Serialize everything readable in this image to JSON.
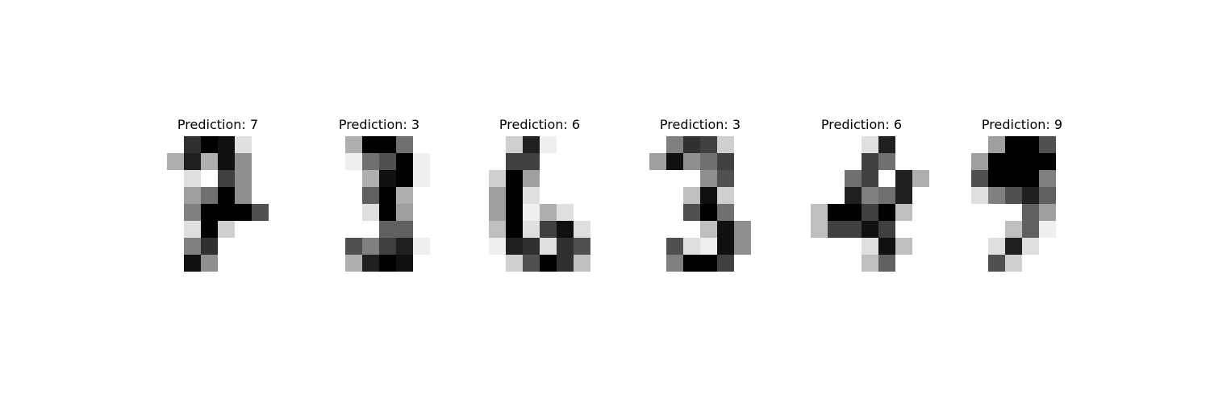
{
  "colormap": "gray_r",
  "chart_data": [
    {
      "type": "heatmap",
      "title": "Prediction: 7",
      "grid_size": [
        8,
        8
      ],
      "value_range": [
        0,
        16
      ],
      "values": [
        [
          0,
          0,
          13,
          16,
          15,
          2,
          0,
          0
        ],
        [
          0,
          5,
          14,
          5,
          15,
          7,
          0,
          0
        ],
        [
          0,
          0,
          2,
          0,
          12,
          7,
          0,
          0
        ],
        [
          0,
          0,
          6,
          9,
          16,
          7,
          0,
          0
        ],
        [
          0,
          0,
          8,
          16,
          16,
          16,
          11,
          0
        ],
        [
          0,
          0,
          2,
          16,
          3,
          0,
          0,
          0
        ],
        [
          0,
          0,
          8,
          13,
          0,
          0,
          0,
          0
        ],
        [
          0,
          0,
          15,
          7,
          0,
          0,
          0,
          0
        ]
      ]
    },
    {
      "type": "heatmap",
      "title": "Prediction: 3",
      "grid_size": [
        8,
        8
      ],
      "value_range": [
        0,
        16
      ],
      "values": [
        [
          0,
          0,
          5,
          16,
          16,
          9,
          0,
          0
        ],
        [
          0,
          0,
          1,
          9,
          11,
          16,
          1,
          0
        ],
        [
          0,
          0,
          0,
          5,
          15,
          16,
          1,
          0
        ],
        [
          0,
          0,
          0,
          10,
          16,
          5,
          0,
          0
        ],
        [
          0,
          0,
          0,
          2,
          16,
          6,
          0,
          0
        ],
        [
          0,
          0,
          0,
          0,
          10,
          10,
          0,
          0
        ],
        [
          0,
          0,
          11,
          8,
          12,
          14,
          1,
          0
        ],
        [
          0,
          0,
          5,
          14,
          16,
          15,
          0,
          0
        ]
      ]
    },
    {
      "type": "heatmap",
      "title": "Prediction: 6",
      "grid_size": [
        8,
        8
      ],
      "value_range": [
        0,
        16
      ],
      "values": [
        [
          0,
          0,
          3,
          14,
          1,
          0,
          0,
          0
        ],
        [
          0,
          0,
          12,
          12,
          0,
          0,
          0,
          0
        ],
        [
          0,
          3,
          16,
          6,
          0,
          0,
          0,
          0
        ],
        [
          0,
          6,
          16,
          2,
          0,
          0,
          0,
          0
        ],
        [
          0,
          6,
          16,
          1,
          5,
          2,
          0,
          0
        ],
        [
          0,
          4,
          16,
          2,
          12,
          15,
          2,
          0
        ],
        [
          0,
          1,
          14,
          13,
          2,
          13,
          11,
          0
        ],
        [
          0,
          0,
          3,
          11,
          16,
          13,
          4,
          0
        ]
      ]
    },
    {
      "type": "heatmap",
      "title": "Prediction: 3",
      "grid_size": [
        8,
        8
      ],
      "value_range": [
        0,
        16
      ],
      "values": [
        [
          0,
          0,
          8,
          13,
          12,
          3,
          0,
          0
        ],
        [
          0,
          6,
          15,
          7,
          9,
          12,
          0,
          0
        ],
        [
          0,
          0,
          0,
          0,
          7,
          11,
          0,
          0
        ],
        [
          0,
          0,
          0,
          4,
          15,
          3,
          0,
          0
        ],
        [
          0,
          0,
          0,
          11,
          16,
          9,
          0,
          0
        ],
        [
          0,
          0,
          0,
          0,
          4,
          15,
          7,
          0
        ],
        [
          0,
          0,
          11,
          2,
          1,
          15,
          7,
          0
        ],
        [
          0,
          0,
          8,
          16,
          16,
          12,
          0,
          0
        ]
      ]
    },
    {
      "type": "heatmap",
      "title": "Prediction: 6",
      "grid_size": [
        8,
        8
      ],
      "value_range": [
        0,
        16
      ],
      "values": [
        [
          0,
          0,
          0,
          0,
          2,
          14,
          0,
          0
        ],
        [
          0,
          0,
          0,
          0,
          12,
          9,
          0,
          0
        ],
        [
          0,
          0,
          0,
          9,
          12,
          0,
          14,
          5
        ],
        [
          0,
          0,
          0,
          14,
          8,
          9,
          14,
          0
        ],
        [
          0,
          4,
          16,
          16,
          12,
          16,
          4,
          0
        ],
        [
          0,
          4,
          12,
          12,
          15,
          12,
          0,
          0
        ],
        [
          0,
          0,
          0,
          0,
          2,
          15,
          4,
          0
        ],
        [
          0,
          0,
          0,
          0,
          4,
          10,
          0,
          0
        ]
      ]
    },
    {
      "type": "heatmap",
      "title": "Prediction: 9",
      "grid_size": [
        8,
        8
      ],
      "value_range": [
        0,
        16
      ],
      "values": [
        [
          0,
          0,
          6,
          16,
          16,
          11,
          0,
          0
        ],
        [
          0,
          6,
          16,
          16,
          16,
          16,
          0,
          0
        ],
        [
          0,
          11,
          16,
          16,
          16,
          8,
          0,
          0
        ],
        [
          0,
          2,
          8,
          11,
          14,
          10,
          0,
          0
        ],
        [
          0,
          0,
          0,
          0,
          10,
          6,
          0,
          0
        ],
        [
          0,
          0,
          0,
          4,
          10,
          1,
          0,
          0
        ],
        [
          0,
          0,
          2,
          14,
          2,
          0,
          0,
          0
        ],
        [
          0,
          0,
          11,
          3,
          0,
          0,
          0,
          0
        ]
      ]
    }
  ]
}
